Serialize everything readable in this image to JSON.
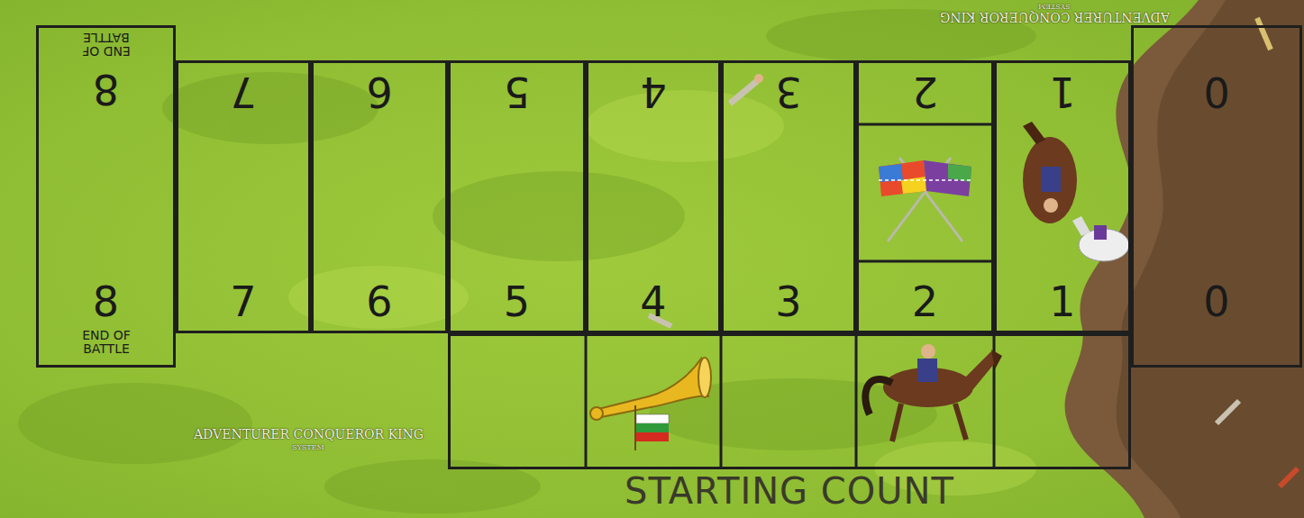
{
  "diagram": {
    "nodes": [
      {
        "text": [
          "8",
          "END OF BATTLE",
          "8",
          "END OF BATTLE"
        ]
      },
      {
        "text": [
          "7",
          "7"
        ]
      },
      {
        "text": [
          "6",
          "6"
        ]
      },
      {
        "text": [
          "5",
          "5"
        ]
      },
      {
        "text": [
          "4",
          "4"
        ]
      },
      {
        "text": [
          "3",
          "3"
        ]
      },
      {
        "text": [
          "2",
          "2"
        ]
      },
      {
        "text": [
          "1",
          "1"
        ]
      },
      {
        "text": [
          "0",
          "0"
        ]
      },
      {
        "text": [
          "STARTING COUNT"
        ]
      }
    ],
    "labels": [
      "ADVENTURER CONQUEROR KING",
      "SYSTEM",
      "ADVENTURER CONQUEROR KING",
      "SYSTEM"
    ]
  }
}
